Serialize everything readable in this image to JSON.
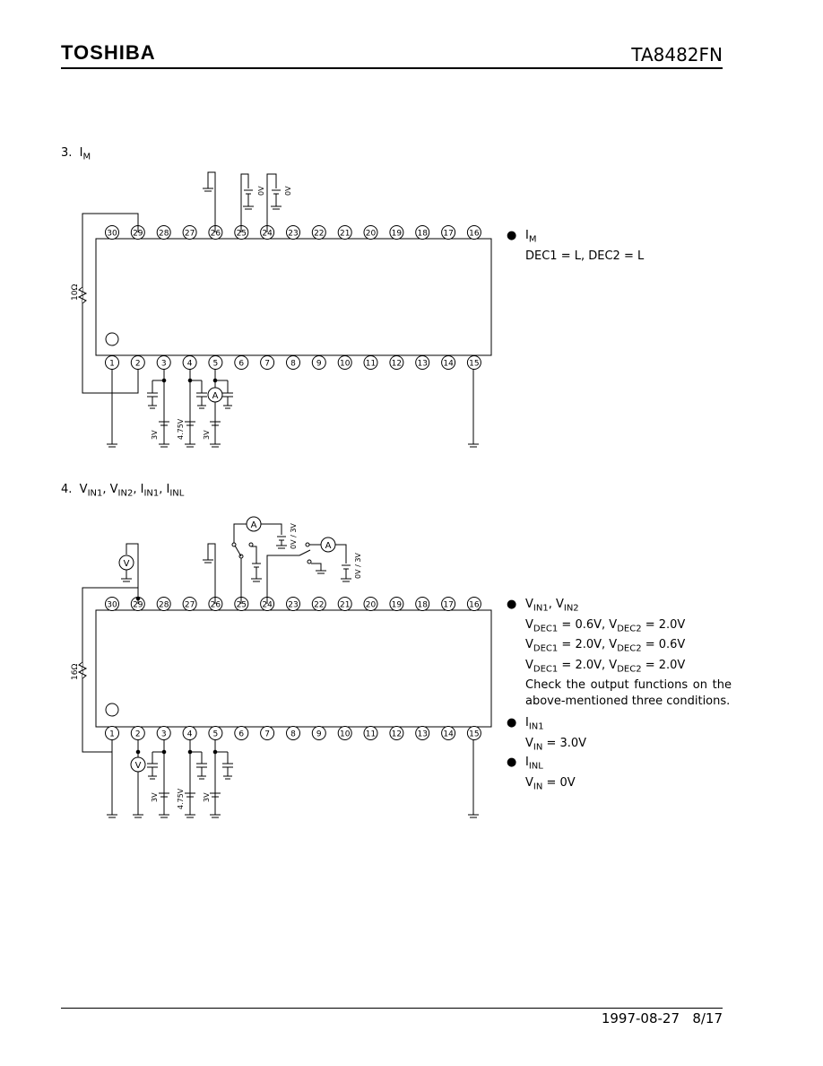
{
  "header": {
    "brand": "TOSHIBA",
    "part_number": "TA8482FN"
  },
  "footer": {
    "date": "1997-08-27",
    "page": "8/17"
  },
  "section3": {
    "number": "3.",
    "title_main": "I",
    "title_sub": "M",
    "bullet_label_main": "I",
    "bullet_label_sub": "M",
    "bullet_condition": "DEC1 = L,  DEC2 = L",
    "resistor_label": "10Ω",
    "top_supply_labels": [
      "0V",
      "0V"
    ],
    "bottom_supply_labels": [
      "3V",
      "4.75V",
      "3V"
    ]
  },
  "section4": {
    "number": "4.",
    "title": [
      {
        "main": "V",
        "sub": "IN1"
      },
      {
        "main": "V",
        "sub": "IN2"
      },
      {
        "main": "I",
        "sub": "IN1"
      },
      {
        "main": "I",
        "sub": "INL"
      }
    ],
    "bullet1_label": [
      {
        "main": "V",
        "sub": "IN1"
      },
      {
        "main": "V",
        "sub": "IN2"
      }
    ],
    "conditions": [
      {
        "v1": "V",
        "s1": "DEC1",
        "e1": " = 0.6V,  ",
        "v2": "V",
        "s2": "DEC2",
        "e2": " = 2.0V"
      },
      {
        "v1": "V",
        "s1": "DEC1",
        "e1": " = 2.0V,  ",
        "v2": "V",
        "s2": "DEC2",
        "e2": " = 0.6V"
      },
      {
        "v1": "V",
        "s1": "DEC1",
        "e1": " = 2.0V,  ",
        "v2": "V",
        "s2": "DEC2",
        "e2": " = 2.0V"
      }
    ],
    "check_text": "Check the output functions on the above-mentioned three conditions.",
    "bullet2_label_main": "I",
    "bullet2_label_sub": "IN1",
    "bullet2_cond_main": "V",
    "bullet2_cond_sub": "IN",
    "bullet2_cond_val": " = 3.0V",
    "bullet3_label_main": "I",
    "bullet3_label_sub": "INL",
    "bullet3_cond_main": "V",
    "bullet3_cond_sub": "IN",
    "bullet3_cond_val": " = 0V",
    "resistor_label": "16Ω",
    "switch_supply_labels": [
      "0V / 3V",
      "0V / 3V"
    ],
    "bottom_supply_labels": [
      "3V",
      "4.75V",
      "3V"
    ],
    "meter_labels": {
      "ammeter": "A",
      "voltmeter": "V"
    }
  },
  "ic": {
    "top_pins": [
      "30",
      "29",
      "28",
      "27",
      "26",
      "25",
      "24",
      "23",
      "22",
      "21",
      "20",
      "19",
      "18",
      "17",
      "16"
    ],
    "bottom_pins": [
      "1",
      "2",
      "3",
      "4",
      "5",
      "6",
      "7",
      "8",
      "9",
      "10",
      "11",
      "12",
      "13",
      "14",
      "15"
    ]
  }
}
